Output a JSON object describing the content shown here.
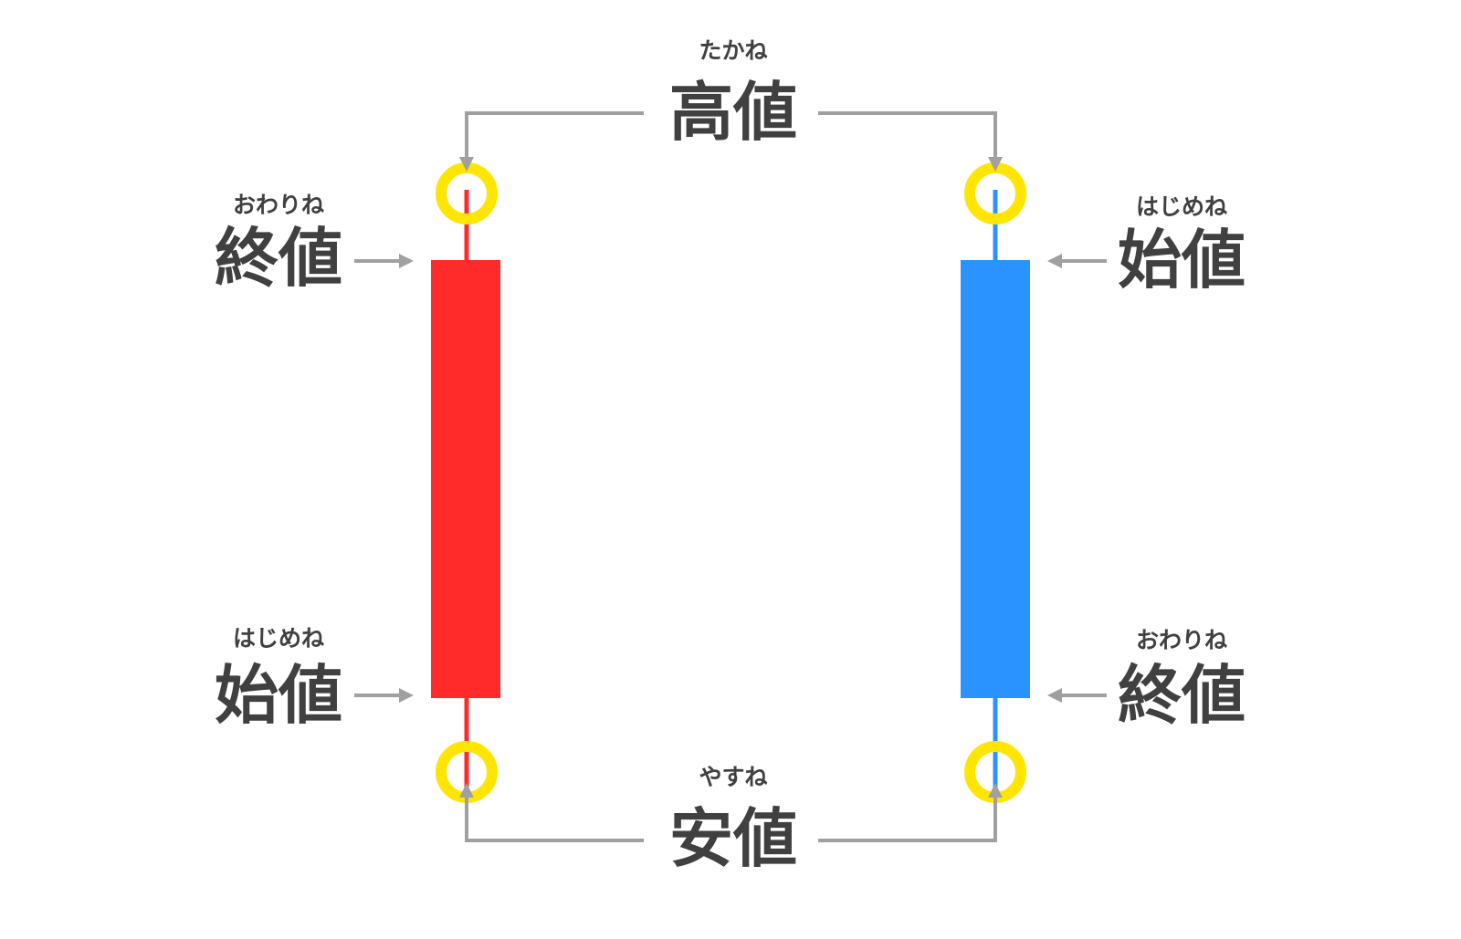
{
  "colors": {
    "bullish": "#ff2a2a",
    "bearish": "#2b93ff",
    "highlight": "#ffe500",
    "arrow": "#a0a0a0",
    "text": "#404040"
  },
  "high": {
    "label": "高値",
    "reading": "たかね"
  },
  "low": {
    "label": "安値",
    "reading": "やすね"
  },
  "left_candle": {
    "top": {
      "label": "終値",
      "reading": "おわりね"
    },
    "bottom": {
      "label": "始値",
      "reading": "はじめね"
    }
  },
  "right_candle": {
    "top": {
      "label": "始値",
      "reading": "はじめね"
    },
    "bottom": {
      "label": "終値",
      "reading": "おわりね"
    }
  }
}
